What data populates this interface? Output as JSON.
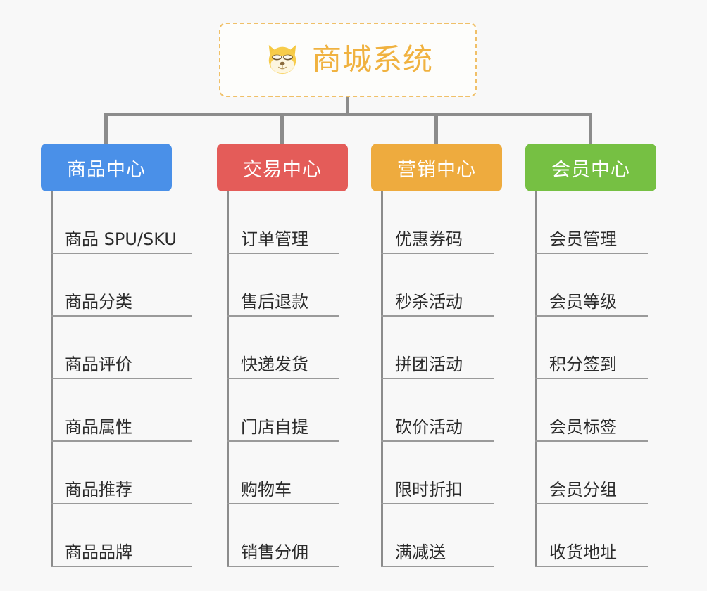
{
  "canvas": {
    "background": "#f8f8f8",
    "connector_color": "#8c8c8c",
    "underline_color": "#9a9a9a",
    "leaf_text_color": "#2b2b2b"
  },
  "root": {
    "title": "商城系统",
    "emoji_name": "shiba-dog-face-emoji",
    "text_color": "#f0b240",
    "border_color": "#f0c068",
    "fill_color": "#fdfdfb"
  },
  "branches": [
    {
      "label": "商品中心",
      "color": "#4a90e8",
      "items": [
        "商品 SPU/SKU",
        "商品分类",
        "商品评价",
        "商品属性",
        "商品推荐",
        "商品品牌"
      ]
    },
    {
      "label": "交易中心",
      "color": "#e45c59",
      "items": [
        "订单管理",
        "售后退款",
        "快递发货",
        "门店自提",
        "购物车",
        "销售分佣"
      ]
    },
    {
      "label": "营销中心",
      "color": "#eeab3e",
      "items": [
        "优惠券码",
        "秒杀活动",
        "拼团活动",
        "砍价活动",
        "限时折扣",
        "满减送"
      ]
    },
    {
      "label": "会员中心",
      "color": "#77c košice"
    }
  ]
}
